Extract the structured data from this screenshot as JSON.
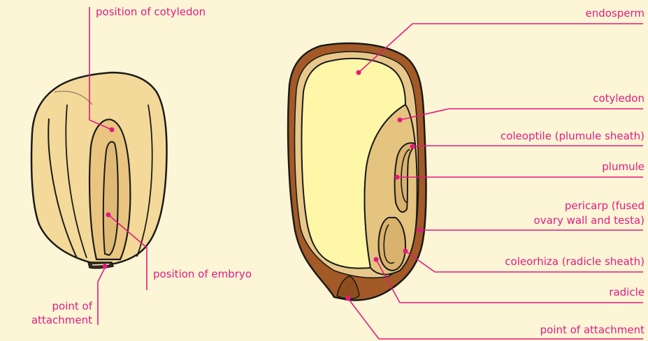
{
  "colors": {
    "background": "#fdf6d6",
    "label": "#e5197f",
    "outline": "#1a1a1a",
    "kernel_fill": "#f3d99a",
    "kernel_shade": "#e9c57f",
    "endosperm": "#fff7a8",
    "pericarp": "#a35a26",
    "embryo": "#e4c47f"
  },
  "labels": {
    "position_of_cotyledon": "position of cotyledon",
    "position_of_embryo": "position of embryo",
    "point_of_attachment_left_1": "point of",
    "point_of_attachment_left_2": "attachment",
    "endosperm": "endosperm",
    "cotyledon": "cotyledon",
    "coleoptile": "coleoptile (plumule sheath)",
    "plumule": "plumule",
    "pericarp_1": "pericarp (fused",
    "pericarp_2": "ovary wall and testa)",
    "coleorhiza": "coleorhiza (radicle sheath)",
    "radicle": "radicle",
    "point_of_attachment_right": "point of attachment"
  }
}
